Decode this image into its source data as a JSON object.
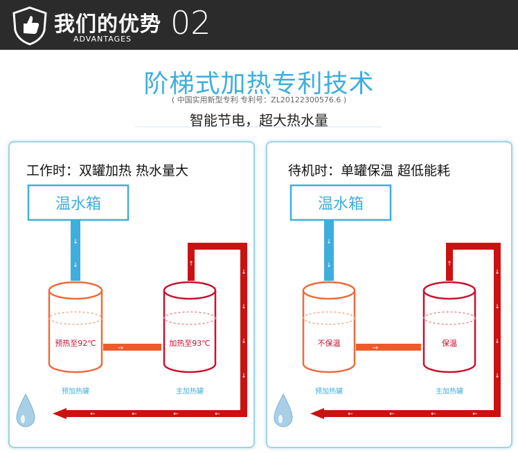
{
  "header": {
    "title": "我们的优势",
    "subtitle": "ADVANTAGES",
    "number": "02"
  },
  "headline": "阶梯式加热专利技术",
  "patent_note": "( 中国实用新型专利  专利号：ZL20122300576.6 )",
  "subheadline": "智能节电，超大热水量",
  "colors": {
    "accent_blue": "#3eaedc",
    "pipe_red": "#cc1111",
    "tank_orange": "#ee6a3a",
    "tank_red": "#c8102e"
  },
  "panels": [
    {
      "title": "工作时：双罐加热  热水量大",
      "box_label": "温水箱",
      "tank_left_text": "预热至92℃",
      "tank_right_text": "加热至93℃",
      "tank_left_caption": "预加热罐",
      "tank_right_caption": "主加热罐"
    },
    {
      "title": "待机时：单罐保温   超低能耗",
      "box_label": "温水箱",
      "tank_left_text": "不保温",
      "tank_right_text": "保温",
      "tank_left_caption": "预加热罐",
      "tank_right_caption": "主加热罐"
    }
  ]
}
